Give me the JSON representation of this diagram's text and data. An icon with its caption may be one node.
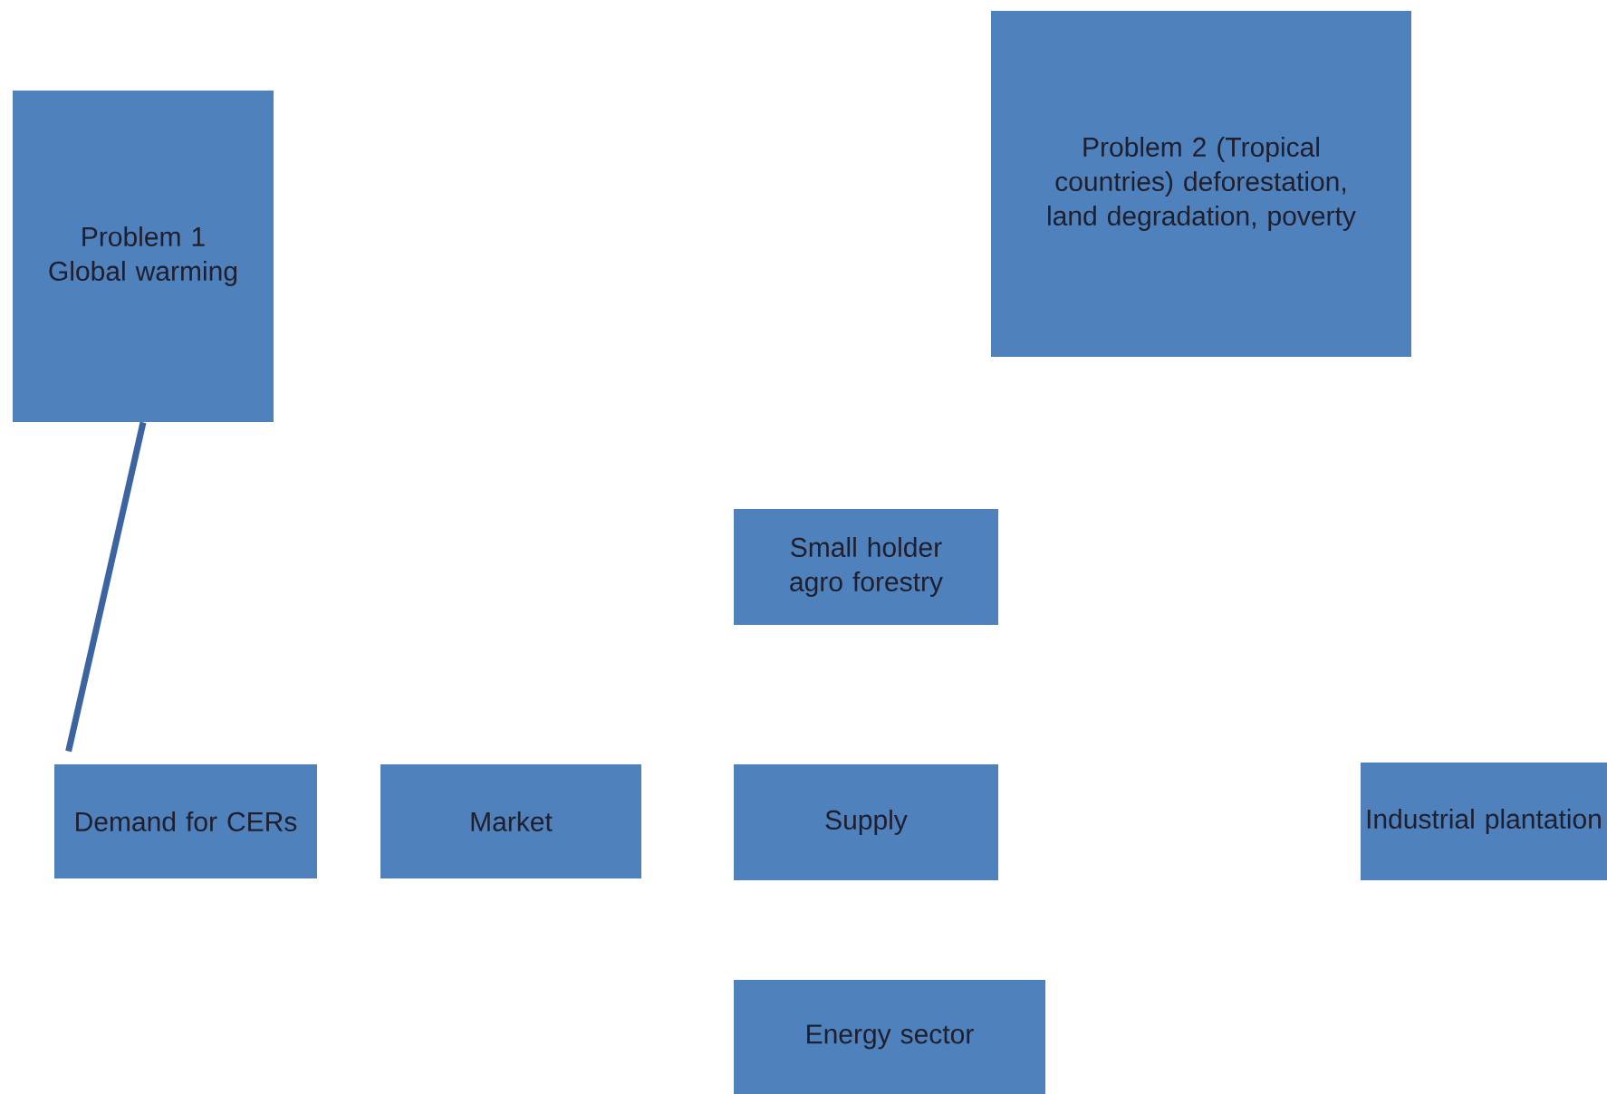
{
  "diagram": {
    "nodes": [
      {
        "text": [
          "Problem 1 Global warming"
        ]
      },
      {
        "text": [
          "Problem 2 (Tropical countries) deforestation, land degradation, poverty"
        ]
      },
      {
        "text": [
          "Small holder agro forestry"
        ]
      },
      {
        "text": [
          "Demand for CERs"
        ]
      },
      {
        "text": [
          "Market"
        ]
      },
      {
        "text": [
          "Supply"
        ]
      },
      {
        "text": [
          "Industrial plantation"
        ]
      },
      {
        "text": [
          "Energy sector"
        ]
      }
    ],
    "edges": [
      {
        "from": 0,
        "to": 3,
        "arrow": "none"
      }
    ]
  }
}
